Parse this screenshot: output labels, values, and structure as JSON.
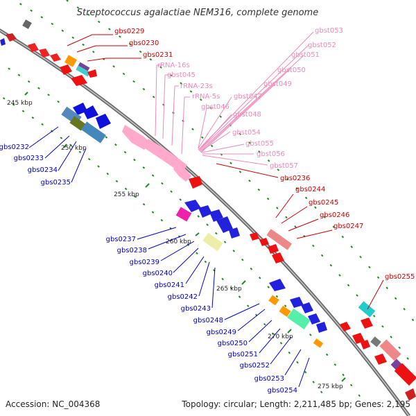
{
  "title": "Streptococcus agalactiae NEM316, complete genome",
  "footer": {
    "accession": "Accession: NC_004368",
    "summary": "Topology: circular; Length: 2,211,485 bp; Genes: 2,195"
  },
  "colors": {
    "forward_label": "#cc0000",
    "reverse_label": "#0000cc",
    "rna_label": "#ee88bb",
    "backbone": "#888888"
  },
  "scale_labels": [
    "245 kbp",
    "250 kbp",
    "255 kbp",
    "260 kbp",
    "265 kbp",
    "270 kbp",
    "275 kbp"
  ],
  "forward_genes": [
    "gbs0229",
    "gbs0230",
    "gbs0231",
    "gbs0236",
    "gbs0244",
    "gbs0245",
    "gbs0246",
    "gbs0247",
    "gbs0255"
  ],
  "reverse_genes": [
    "gbs0232",
    "gbs0233",
    "gbs0234",
    "gbs0235",
    "gbs0237",
    "gbs0238",
    "gbs0239",
    "gbs0240",
    "gbs0241",
    "gbs0242",
    "gbs0243",
    "gbs0248",
    "gbs0249",
    "gbs0250",
    "gbs0251",
    "gbs0252",
    "gbs0253",
    "gbs0254"
  ],
  "rna_features": [
    "gbst053",
    "gbst052",
    "gbst051",
    "gbst050",
    "gbst049",
    "rRNA-16s",
    "gbst045",
    "rRNA-23s",
    "rRNA-5s",
    "gbst047",
    "gbst046",
    "gbst048",
    "gbst054",
    "gbst055",
    "gbst056",
    "gbst057"
  ]
}
